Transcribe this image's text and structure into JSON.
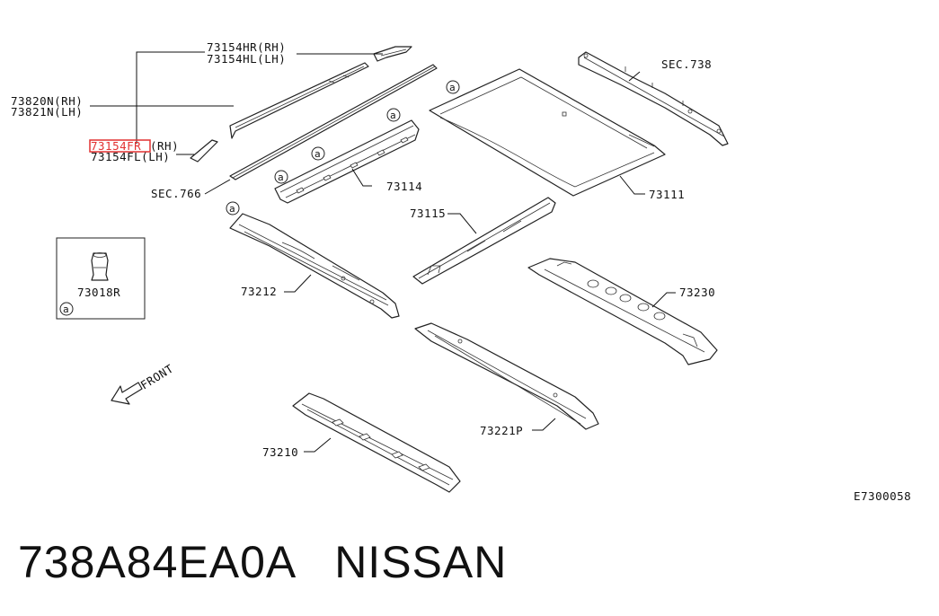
{
  "diagram": {
    "labels": {
      "rail_front_outer": "73154HR(RH)",
      "rail_front_outer_lh": "73154HL(LH)",
      "roof_molding_rh": "73820N(RH)",
      "roof_molding_lh": "73821N(LH)",
      "finisher_rh": "73154FR",
      "finisher_rh_suffix": "(RH)",
      "finisher_lh": "73154FL(LH)",
      "sec_766": "SEC.766",
      "sec_738": "SEC.738",
      "part_73114": "73114",
      "part_73111": "73111",
      "part_73115": "73115",
      "part_73212": "73212",
      "part_73230": "73230",
      "part_73018r": "73018R",
      "part_73221p": "73221P",
      "part_73210": "73210",
      "front": "FRONT",
      "callout_a": "a"
    },
    "highlight_color": "#e23030",
    "diagram_code": "E7300058"
  },
  "caption": {
    "part_number": "738A84EA0A",
    "brand": "NISSAN"
  }
}
